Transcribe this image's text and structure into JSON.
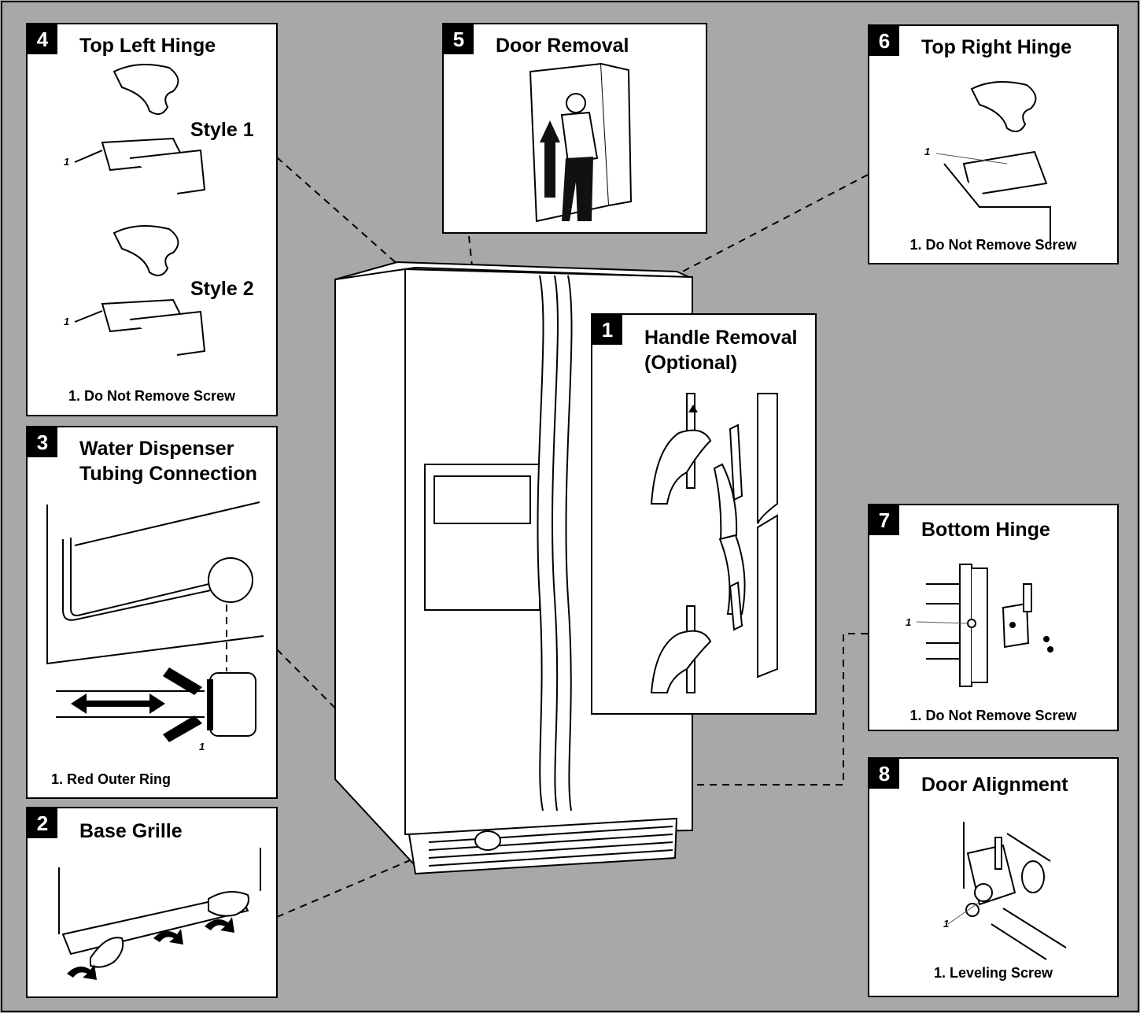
{
  "panels": {
    "p1": {
      "num": "1",
      "title_line1": "Handle Removal",
      "title_line2": "(Optional)"
    },
    "p2": {
      "num": "2",
      "title": "Base Grille"
    },
    "p3": {
      "num": "3",
      "title_line1": "Water Dispenser",
      "title_line2": "Tubing Connection",
      "callout": "1",
      "caption": "1. Red Outer Ring"
    },
    "p4": {
      "num": "4",
      "title": "Top Left Hinge",
      "style1": "Style 1",
      "style2": "Style 2",
      "callout": "1",
      "caption": "1. Do Not Remove Screw"
    },
    "p5": {
      "num": "5",
      "title": "Door Removal"
    },
    "p6": {
      "num": "6",
      "title": "Top Right Hinge",
      "callout": "1",
      "caption": "1. Do Not Remove Screw"
    },
    "p7": {
      "num": "7",
      "title": "Bottom Hinge",
      "callout": "1",
      "caption": "1. Do Not Remove Screw"
    },
    "p8": {
      "num": "8",
      "title": "Door Alignment",
      "callout": "1",
      "caption": "1. Leveling Screw"
    }
  },
  "colors": {
    "background": "#a8a8a8",
    "panel": "#ffffff",
    "ink": "#000000"
  }
}
